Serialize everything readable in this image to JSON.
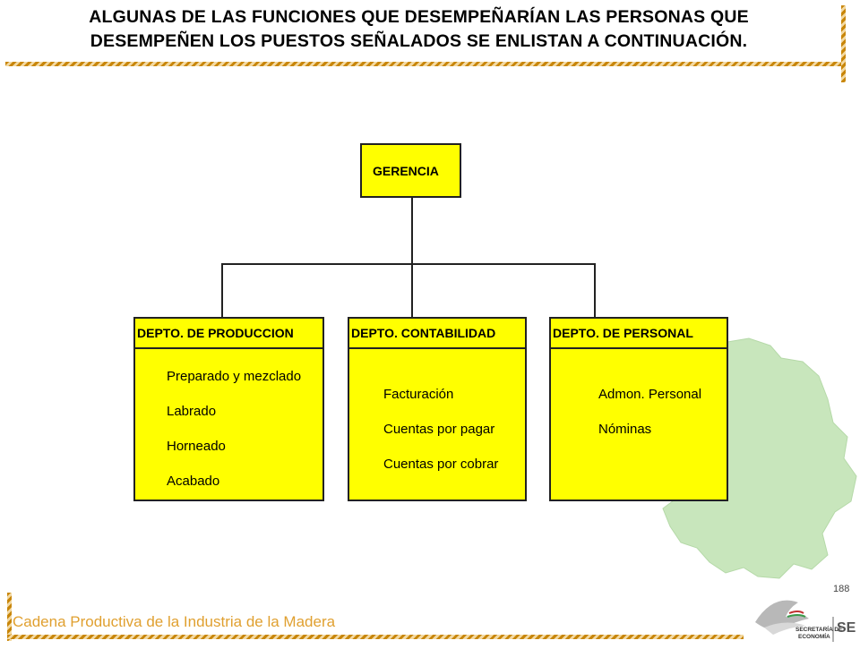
{
  "title": {
    "line1": "ALGUNAS DE LAS FUNCIONES QUE DESEMPEÑARÍAN LAS PERSONAS QUE",
    "line2": "DESEMPEÑEN LOS PUESTOS SEÑALADOS SE ENLISTAN A CONTINUACIÓN."
  },
  "org_chart": {
    "root": "GERENCIA",
    "departments": [
      {
        "name": "DEPTO. DE PRODUCCION",
        "functions": [
          "Preparado y mezclado",
          "Labrado",
          "Horneado",
          "Acabado"
        ]
      },
      {
        "name": "DEPTO. CONTABILIDAD",
        "functions": [
          "Facturación",
          "Cuentas por pagar",
          "Cuentas por cobrar"
        ]
      },
      {
        "name": "DEPTO. DE PERSONAL",
        "functions": [
          "Admon. Personal",
          "Nóminas"
        ]
      }
    ]
  },
  "footer": {
    "text": "Cadena Productiva de la Industria de la Madera",
    "page_number": "188",
    "logo_line1": "SECRETARÍA DE",
    "logo_line2": "ECONOMÍA",
    "logo_mark": "SE"
  },
  "colors": {
    "box_fill": "#ffff00",
    "map_fill": "#c8e6bc",
    "hatch": "#c8860a",
    "footer_text": "#e0a030"
  }
}
